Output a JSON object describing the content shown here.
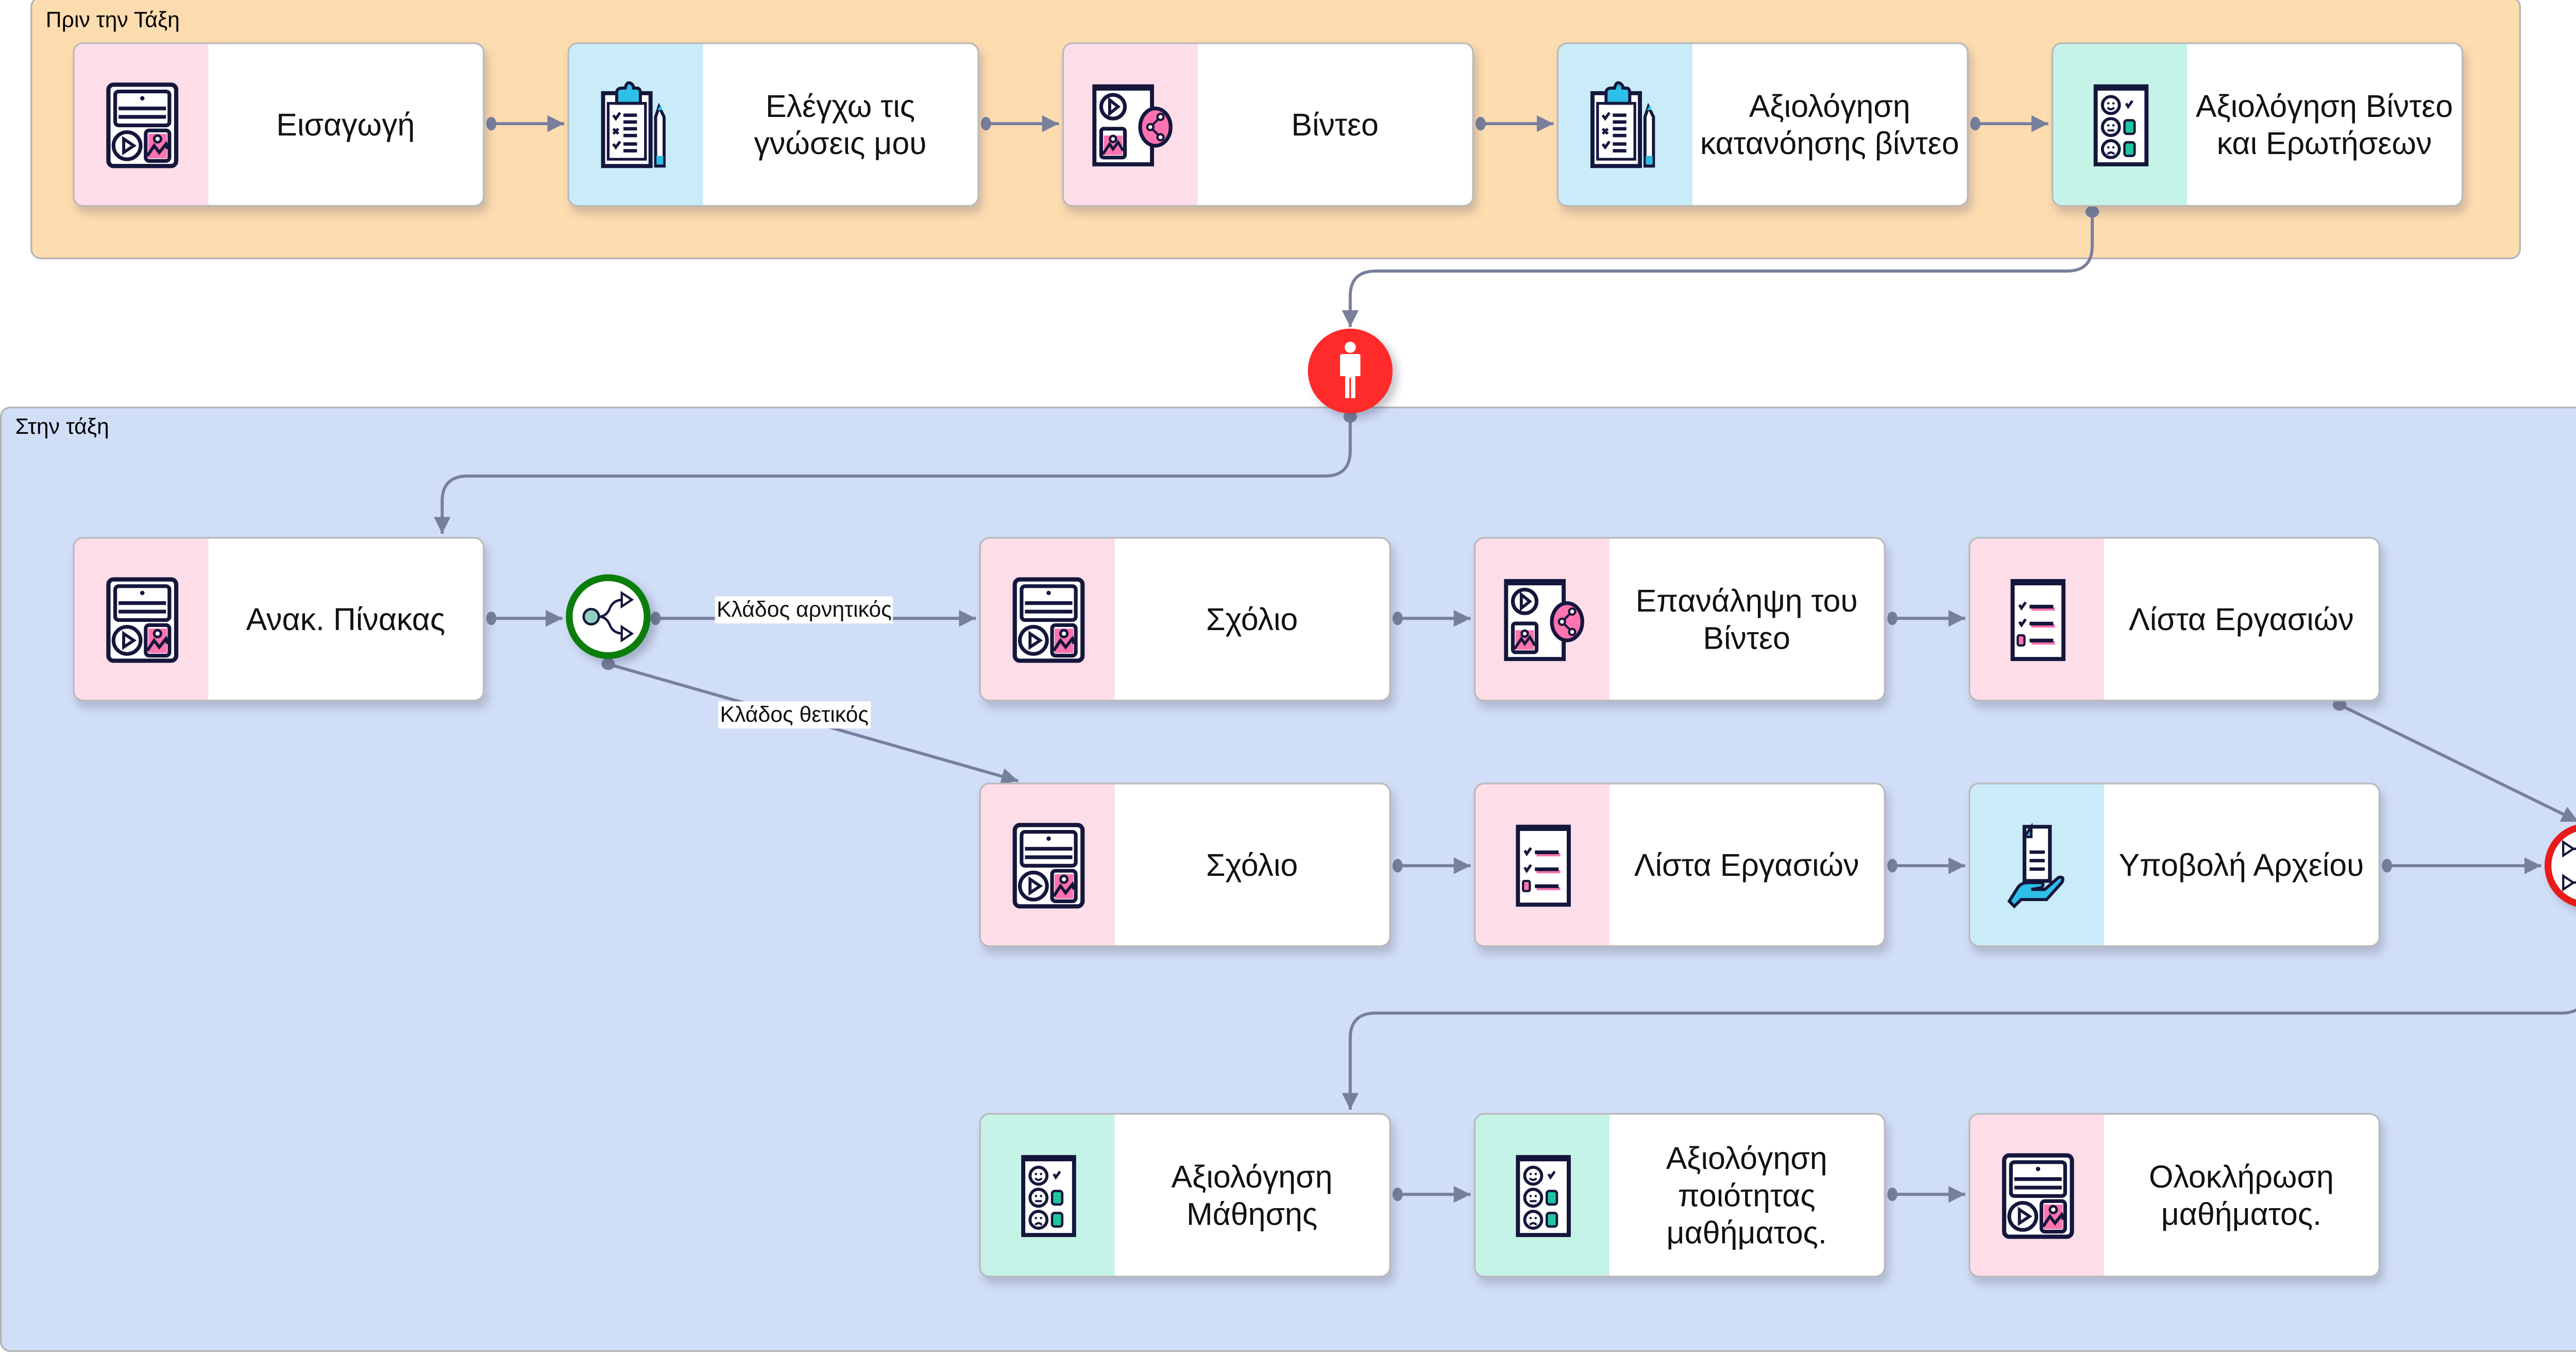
{
  "lanes": {
    "before_class": {
      "title": "Πριν την Τάξη",
      "color": "#fddcb0"
    },
    "in_class": {
      "title": "Στην τάξη",
      "color": "#d1def7"
    }
  },
  "colors": {
    "connector": "#787f9d",
    "icon_panel_pink": "#fddde8",
    "icon_panel_blue": "#c9ecf8",
    "icon_panel_mint": "#c6f3e8",
    "person_node": "#ff2a2a",
    "split_node_ring": "#0a7e0a",
    "merge_node_ring": "#e81a1a"
  },
  "activities": [
    {
      "id": "intro",
      "label": "Εισαγωγή",
      "icon": "content-page-icon",
      "panel": "pink",
      "lane": "before_class"
    },
    {
      "id": "check-knowledge",
      "label": "Ελέγχω τις γνώσεις μου",
      "icon": "clipboard-quiz-icon",
      "panel": "blue",
      "lane": "before_class"
    },
    {
      "id": "video",
      "label": "Βίντεο",
      "icon": "media-share-icon",
      "panel": "pink",
      "lane": "before_class"
    },
    {
      "id": "video-comprehension",
      "label": "Αξιολόγηση κατανόησης βίντεο",
      "icon": "clipboard-quiz-icon",
      "panel": "blue",
      "lane": "before_class"
    },
    {
      "id": "video-questions-eval",
      "label": "Αξιολόγηση Βίντεο και Ερωτήσεων",
      "icon": "survey-faces-icon",
      "panel": "mint",
      "lane": "before_class"
    },
    {
      "id": "interactive-board",
      "label": "Ανακ. Πίνακας",
      "icon": "content-page-icon",
      "panel": "pink",
      "lane": "in_class"
    },
    {
      "id": "comment-neg",
      "label": "Σχόλιο",
      "icon": "content-page-icon",
      "panel": "pink",
      "lane": "in_class"
    },
    {
      "id": "video-repeat",
      "label": "Επανάληψη του Βίντεο",
      "icon": "media-share-icon",
      "panel": "pink",
      "lane": "in_class"
    },
    {
      "id": "task-list-neg",
      "label": "Λίστα Εργασιών",
      "icon": "checklist-icon",
      "panel": "pink",
      "lane": "in_class"
    },
    {
      "id": "comment-pos",
      "label": "Σχόλιο",
      "icon": "content-page-icon",
      "panel": "pink",
      "lane": "in_class"
    },
    {
      "id": "task-list-pos",
      "label": "Λίστα Εργασιών",
      "icon": "checklist-icon",
      "panel": "pink",
      "lane": "in_class"
    },
    {
      "id": "file-submit",
      "label": "Υποβολή Αρχείου",
      "icon": "file-submit-icon",
      "panel": "blue",
      "lane": "in_class"
    },
    {
      "id": "learning-eval",
      "label": "Αξιολόγηση Μάθησης",
      "icon": "survey-faces-icon",
      "panel": "mint",
      "lane": "in_class"
    },
    {
      "id": "lesson-quality-eval",
      "label": "Αξιολόγηση ποιότητας μαθήματος.",
      "icon": "survey-faces-icon",
      "panel": "mint",
      "lane": "in_class"
    },
    {
      "id": "lesson-complete",
      "label": "Ολοκλήρωση μαθήματος.",
      "icon": "content-page-icon",
      "panel": "pink",
      "lane": "in_class"
    }
  ],
  "gateways": {
    "person": {
      "type": "teacher-checkpoint",
      "icon": "person-icon"
    },
    "split": {
      "type": "branch-split",
      "icon": "branch-split-icon"
    },
    "merge": {
      "type": "branch-merge",
      "icon": "branch-merge-icon"
    }
  },
  "branches": {
    "negative": "Κλάδος αρνητικός",
    "positive": "Κλάδος θετικός"
  }
}
